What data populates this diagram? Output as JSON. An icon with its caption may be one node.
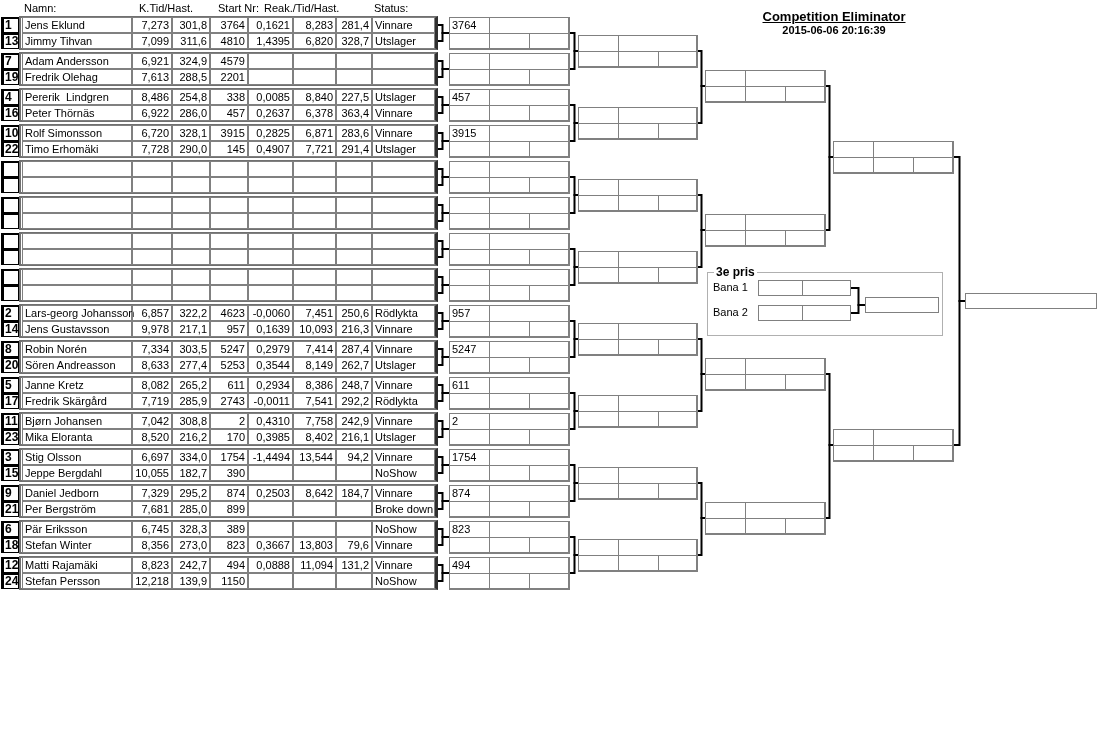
{
  "diagram": {
    "title": "Competition Eliminator",
    "nodes": [
      {
        "text": [
          "1",
          "Jens Eklund",
          "7,273",
          "301,8",
          "3764",
          "0,1621",
          "8,283",
          "281,4",
          "Vinnare"
        ]
      },
      {
        "text": [
          "13",
          "Jimmy Tihvan",
          "7,099",
          "311,6",
          "4810",
          "1,4395",
          "6,820",
          "328,7",
          "Utslager"
        ]
      },
      {
        "text": [
          "7",
          "Adam Andersson",
          "6,921",
          "324,9",
          "4579"
        ]
      },
      {
        "text": [
          "19",
          "Fredrik Olehag",
          "7,613",
          "288,5",
          "2201"
        ]
      },
      {
        "text": [
          "4",
          "Pererik  Lindgren",
          "8,486",
          "254,8",
          "338",
          "0,0085",
          "8,840",
          "227,5",
          "Utslager"
        ]
      },
      {
        "text": [
          "16",
          "Peter Thörnäs",
          "6,922",
          "286,0",
          "457",
          "0,2637",
          "6,378",
          "363,4",
          "Vinnare"
        ]
      },
      {
        "text": [
          "10",
          "Rolf Simonsson",
          "6,720",
          "328,1",
          "3915",
          "0,2825",
          "6,871",
          "283,6",
          "Vinnare"
        ]
      },
      {
        "text": [
          "22",
          "Timo Erhomäki",
          "7,728",
          "290,0",
          "145",
          "0,4907",
          "7,721",
          "291,4",
          "Utslager"
        ]
      },
      {
        "text": [],
        "shape": "box"
      },
      {
        "text": [],
        "shape": "box"
      },
      {
        "text": [],
        "shape": "box"
      },
      {
        "text": [],
        "shape": "box"
      },
      {
        "text": [],
        "shape": "box"
      },
      {
        "text": [],
        "shape": "box"
      },
      {
        "text": [],
        "shape": "box"
      },
      {
        "text": [],
        "shape": "box"
      },
      {
        "text": [
          "2",
          "Lars-georg Johansson",
          "6,857",
          "322,2",
          "4623",
          "-0,0060",
          "7,451",
          "250,6",
          "Rödlykta"
        ]
      },
      {
        "text": [
          "14",
          "Jens Gustavsson",
          "9,978",
          "217,1",
          "957",
          "0,1639",
          "10,093",
          "216,3",
          "Vinnare"
        ]
      },
      {
        "text": [
          "8",
          "Robin Norén",
          "7,334",
          "303,5",
          "5247",
          "0,2979",
          "7,414",
          "287,4",
          "Vinnare"
        ]
      },
      {
        "text": [
          "20",
          "Sören Andreasson",
          "8,633",
          "277,4",
          "5253",
          "0,3544",
          "8,149",
          "262,7",
          "Utslager"
        ]
      },
      {
        "text": [
          "5",
          "Janne Kretz",
          "8,082",
          "265,2",
          "611",
          "0,2934",
          "8,386",
          "248,7",
          "Vinnare"
        ]
      },
      {
        "text": [
          "17",
          "Fredrik Skärgård",
          "7,719",
          "285,9",
          "2743",
          "-0,0011",
          "7,541",
          "292,2",
          "Rödlykta"
        ]
      },
      {
        "text": [
          "11",
          "Bjørn Johansen",
          "7,042",
          "308,8",
          "2",
          "0,4310",
          "7,758",
          "242,9",
          "Vinnare"
        ]
      },
      {
        "text": [
          "23",
          "Mika Eloranta",
          "8,520",
          "216,2",
          "170",
          "0,3985",
          "8,402",
          "216,1",
          "Utslager"
        ]
      },
      {
        "text": [
          "3",
          "Stig Olsson",
          "6,697",
          "334,0",
          "1754",
          "-1,4494",
          "13,544",
          "94,2",
          "Vinnare"
        ]
      },
      {
        "text": [
          "15",
          "Jeppe Bergdahl",
          "10,055",
          "182,7",
          "390",
          "NoShow"
        ]
      },
      {
        "text": [
          "9",
          "Daniel Jedborn",
          "7,329",
          "295,2",
          "874",
          "0,2503",
          "8,642",
          "184,7",
          "Vinnare"
        ]
      },
      {
        "text": [
          "21",
          "Per Bergström",
          "7,681",
          "285,0",
          "899",
          "Broke down"
        ]
      },
      {
        "text": [
          "6",
          "Pär Eriksson",
          "6,745",
          "328,3",
          "389",
          "NoShow"
        ]
      },
      {
        "text": [
          "18",
          "Stefan Winter",
          "8,356",
          "273,0",
          "823",
          "0,3667",
          "13,803",
          "79,6",
          "Vinnare"
        ]
      },
      {
        "text": [
          "12",
          "Matti Rajamäki",
          "8,823",
          "242,7",
          "494",
          "0,0888",
          "11,094",
          "131,2",
          "Vinnare"
        ]
      },
      {
        "text": [
          "24",
          "Stefan Persson",
          "12,218",
          "139,9",
          "1150",
          "NoShow"
        ]
      },
      {
        "text": [
          "3764"
        ]
      },
      {
        "text": [],
        "shape": "box"
      },
      {
        "text": [
          "457"
        ]
      },
      {
        "text": [
          "3915"
        ]
      },
      {
        "text": [],
        "shape": "box"
      },
      {
        "text": [],
        "shape": "box"
      },
      {
        "text": [],
        "shape": "box"
      },
      {
        "text": [],
        "shape": "box"
      },
      {
        "text": [
          "957"
        ]
      },
      {
        "text": [
          "5247"
        ]
      },
      {
        "text": [
          "611"
        ]
      },
      {
        "text": [
          "2"
        ]
      },
      {
        "text": [
          "1754"
        ]
      },
      {
        "text": [
          "874"
        ]
      },
      {
        "text": [
          "823"
        ]
      },
      {
        "text": [
          "494"
        ]
      },
      {
        "text": [],
        "shape": "box"
      },
      {
        "text": [],
        "shape": "box"
      },
      {
        "text": [],
        "shape": "box"
      },
      {
        "text": [],
        "shape": "box"
      },
      {
        "text": [],
        "shape": "box"
      },
      {
        "text": [],
        "shape": "box"
      },
      {
        "text": [],
        "shape": "box"
      },
      {
        "text": [],
        "shape": "box"
      },
      {
        "text": [],
        "shape": "box"
      },
      {
        "text": [],
        "shape": "box"
      },
      {
        "text": [],
        "shape": "box"
      },
      {
        "text": [],
        "shape": "box"
      },
      {
        "text": [],
        "shape": "box"
      },
      {
        "text": [],
        "shape": "box"
      },
      {
        "text": [],
        "shape": "box"
      },
      {
        "text": [
          "3e pris"
        ]
      },
      {
        "text": [
          "Bana 1"
        ],
        "in": 63
      },
      {
        "text": [
          "Bana 2"
        ],
        "in": 63
      },
      {
        "text": [],
        "shape": "box",
        "in": 63
      }
    ],
    "edges": [
      {
        "from": 0,
        "to": 32,
        "arrow": "none"
      },
      {
        "from": 1,
        "to": 32,
        "arrow": "none"
      },
      {
        "from": 2,
        "to": 33,
        "arrow": "none"
      },
      {
        "from": 3,
        "to": 33,
        "arrow": "none"
      },
      {
        "from": 4,
        "to": 34,
        "arrow": "none"
      },
      {
        "from": 5,
        "to": 34,
        "arrow": "none"
      },
      {
        "from": 6,
        "to": 35,
        "arrow": "none"
      },
      {
        "from": 7,
        "to": 35,
        "arrow": "none"
      },
      {
        "from": 8,
        "to": 36,
        "arrow": "none"
      },
      {
        "from": 9,
        "to": 36,
        "arrow": "none"
      },
      {
        "from": 10,
        "to": 37,
        "arrow": "none"
      },
      {
        "from": 11,
        "to": 37,
        "arrow": "none"
      },
      {
        "from": 12,
        "to": 38,
        "arrow": "none"
      },
      {
        "from": 13,
        "to": 38,
        "arrow": "none"
      },
      {
        "from": 14,
        "to": 39,
        "arrow": "none"
      },
      {
        "from": 15,
        "to": 39,
        "arrow": "none"
      },
      {
        "from": 16,
        "to": 40,
        "arrow": "none"
      },
      {
        "from": 17,
        "to": 40,
        "arrow": "none"
      },
      {
        "from": 18,
        "to": 41,
        "arrow": "none"
      },
      {
        "from": 19,
        "to": 41,
        "arrow": "none"
      },
      {
        "from": 20,
        "to": 42,
        "arrow": "none"
      },
      {
        "from": 21,
        "to": 42,
        "arrow": "none"
      },
      {
        "from": 22,
        "to": 43,
        "arrow": "none"
      },
      {
        "from": 23,
        "to": 43,
        "arrow": "none"
      },
      {
        "from": 24,
        "to": 44,
        "arrow": "none"
      },
      {
        "from": 25,
        "to": 44,
        "arrow": "none"
      },
      {
        "from": 26,
        "to": 45,
        "arrow": "none"
      },
      {
        "from": 27,
        "to": 45,
        "arrow": "none"
      },
      {
        "from": 28,
        "to": 46,
        "arrow": "none"
      },
      {
        "from": 29,
        "to": 46,
        "arrow": "none"
      },
      {
        "from": 30,
        "to": 47,
        "arrow": "none"
      },
      {
        "from": 31,
        "to": 47,
        "arrow": "none"
      },
      {
        "from": 32,
        "to": 48,
        "arrow": "none"
      },
      {
        "from": 33,
        "to": 48,
        "arrow": "none"
      },
      {
        "from": 34,
        "to": 49,
        "arrow": "none"
      },
      {
        "from": 35,
        "to": 49,
        "arrow": "none"
      },
      {
        "from": 36,
        "to": 50,
        "arrow": "none"
      },
      {
        "from": 37,
        "to": 50,
        "arrow": "none"
      },
      {
        "from": 38,
        "to": 51,
        "arrow": "none"
      },
      {
        "from": 39,
        "to": 51,
        "arrow": "none"
      },
      {
        "from": 40,
        "to": 52,
        "arrow": "none"
      },
      {
        "from": 41,
        "to": 52,
        "arrow": "none"
      },
      {
        "from": 42,
        "to": 53,
        "arrow": "none"
      },
      {
        "from": 43,
        "to": 53,
        "arrow": "none"
      },
      {
        "from": 44,
        "to": 54,
        "arrow": "none"
      },
      {
        "from": 45,
        "to": 54,
        "arrow": "none"
      },
      {
        "from": 46,
        "to": 55,
        "arrow": "none"
      },
      {
        "from": 47,
        "to": 55,
        "arrow": "none"
      },
      {
        "from": 48,
        "to": 56,
        "arrow": "none"
      },
      {
        "from": 49,
        "to": 56,
        "arrow": "none"
      },
      {
        "from": 50,
        "to": 57,
        "arrow": "none"
      },
      {
        "from": 51,
        "to": 57,
        "arrow": "none"
      },
      {
        "from": 52,
        "to": 58,
        "arrow": "none"
      },
      {
        "from": 53,
        "to": 58,
        "arrow": "none"
      },
      {
        "from": 54,
        "to": 59,
        "arrow": "none"
      },
      {
        "from": 55,
        "to": 59,
        "arrow": "none"
      },
      {
        "from": 56,
        "to": 60,
        "arrow": "none"
      },
      {
        "from": 57,
        "to": 60,
        "arrow": "none"
      },
      {
        "from": 58,
        "to": 61,
        "arrow": "none"
      },
      {
        "from": 59,
        "to": 61,
        "arrow": "none"
      },
      {
        "from": 60,
        "to": 62,
        "arrow": "none"
      },
      {
        "from": 61,
        "to": 62,
        "arrow": "none"
      },
      {
        "from": 64,
        "to": 66,
        "arrow": "none"
      },
      {
        "from": 65,
        "to": 66,
        "arrow": "none"
      }
    ],
    "labels": [
      "Namn:",
      "K.Tid/Hast.",
      "Start Nr:",
      "Reak./Tid/Hast.",
      "Status:",
      "2015-06-06 20:16:39"
    ]
  }
}
